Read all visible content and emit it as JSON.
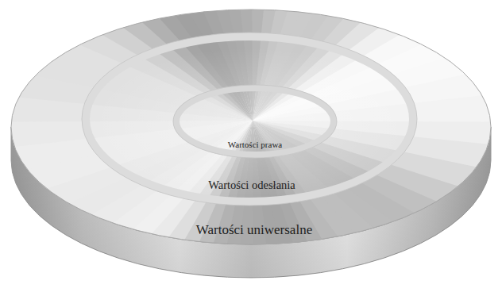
{
  "diagram": {
    "nodes": [
      {
        "text": [
          "Wartości uniwersalne"
        ]
      },
      {
        "text": [
          "Wartości odesłania"
        ],
        "in": 0
      },
      {
        "text": [
          "Wartości prawa"
        ],
        "in": 1
      }
    ]
  }
}
